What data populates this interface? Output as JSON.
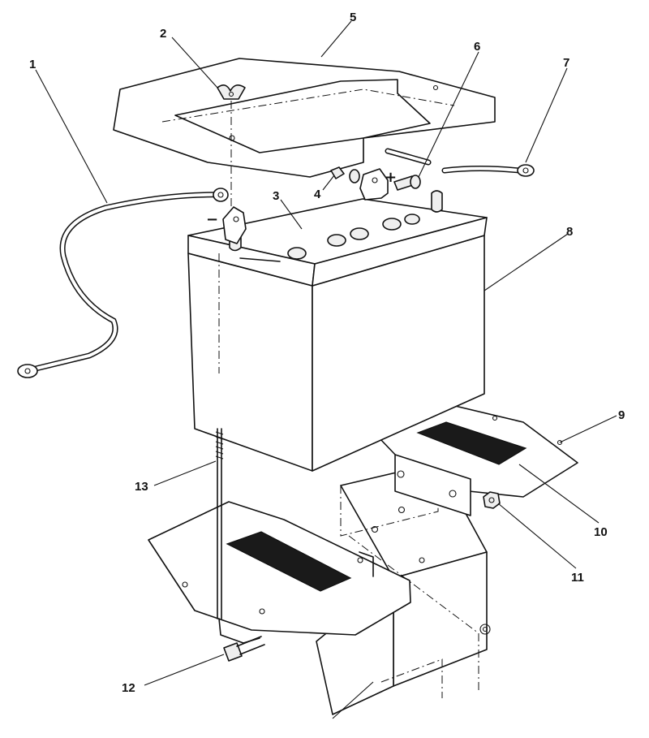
{
  "figure": {
    "callouts": [
      {
        "id": "c1",
        "label": "1"
      },
      {
        "id": "c2",
        "label": "2"
      },
      {
        "id": "c3",
        "label": "3"
      },
      {
        "id": "c4",
        "label": "4"
      },
      {
        "id": "c5",
        "label": "5"
      },
      {
        "id": "c6",
        "label": "6"
      },
      {
        "id": "c7",
        "label": "7"
      },
      {
        "id": "c8",
        "label": "8"
      },
      {
        "id": "c9",
        "label": "9"
      },
      {
        "id": "c10",
        "label": "10"
      },
      {
        "id": "c11",
        "label": "11"
      },
      {
        "id": "c12",
        "label": "12"
      },
      {
        "id": "c13",
        "label": "13"
      }
    ],
    "terminals": {
      "negative": "−",
      "positive": "+"
    }
  }
}
